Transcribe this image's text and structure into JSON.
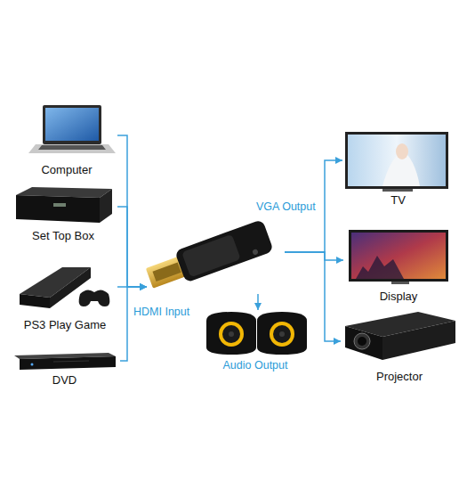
{
  "diagram": {
    "nodes": [
      {
        "text": [
          "Computer"
        ]
      },
      {
        "text": [
          "Set Top Box"
        ]
      },
      {
        "text": [
          "PS3 Play Game"
        ]
      },
      {
        "text": [
          "DVD"
        ]
      },
      {
        "text": [
          "VGA Output",
          "HDMI Input"
        ]
      },
      {
        "text": [
          "Audio Output"
        ]
      },
      {
        "text": [
          "TV"
        ]
      },
      {
        "text": [
          "Display"
        ]
      },
      {
        "text": [
          "Projector"
        ]
      }
    ],
    "edges": [
      {
        "from": 0,
        "to": 4,
        "arrow": "to"
      },
      {
        "from": 1,
        "to": 4,
        "arrow": "to"
      },
      {
        "from": 2,
        "to": 4,
        "arrow": "to"
      },
      {
        "from": 3,
        "to": 4,
        "arrow": "to"
      },
      {
        "from": 4,
        "to": 6,
        "arrow": "to"
      },
      {
        "from": 4,
        "to": 7,
        "arrow": "to"
      },
      {
        "from": 4,
        "to": 8,
        "arrow": "to"
      },
      {
        "from": 4,
        "to": 5,
        "arrow": "to"
      }
    ]
  }
}
